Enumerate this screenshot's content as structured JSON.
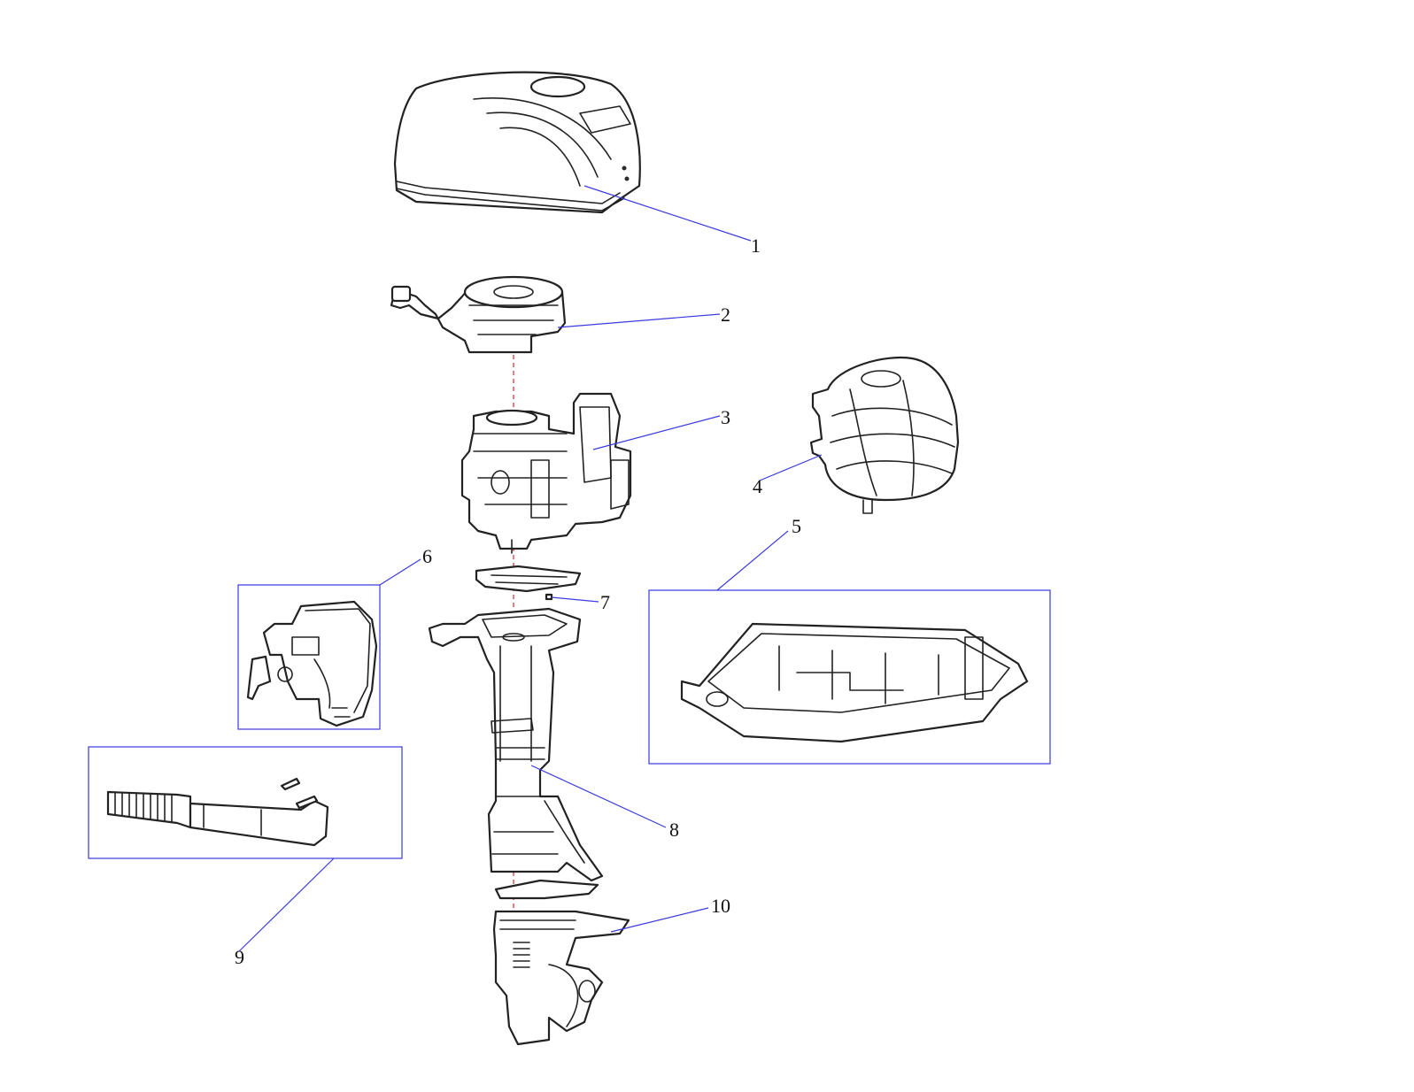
{
  "colors": {
    "leader": "#3a3adf",
    "centerline": "#d42a2a",
    "linework": "#222222",
    "background": "#ffffff"
  },
  "callouts": [
    {
      "id": "1",
      "label": "1"
    },
    {
      "id": "2",
      "label": "2"
    },
    {
      "id": "3",
      "label": "3"
    },
    {
      "id": "4",
      "label": "4"
    },
    {
      "id": "5",
      "label": "5"
    },
    {
      "id": "6",
      "label": "6"
    },
    {
      "id": "7",
      "label": "7"
    },
    {
      "id": "8",
      "label": "8"
    },
    {
      "id": "9",
      "label": "9"
    },
    {
      "id": "10",
      "label": "10"
    }
  ]
}
